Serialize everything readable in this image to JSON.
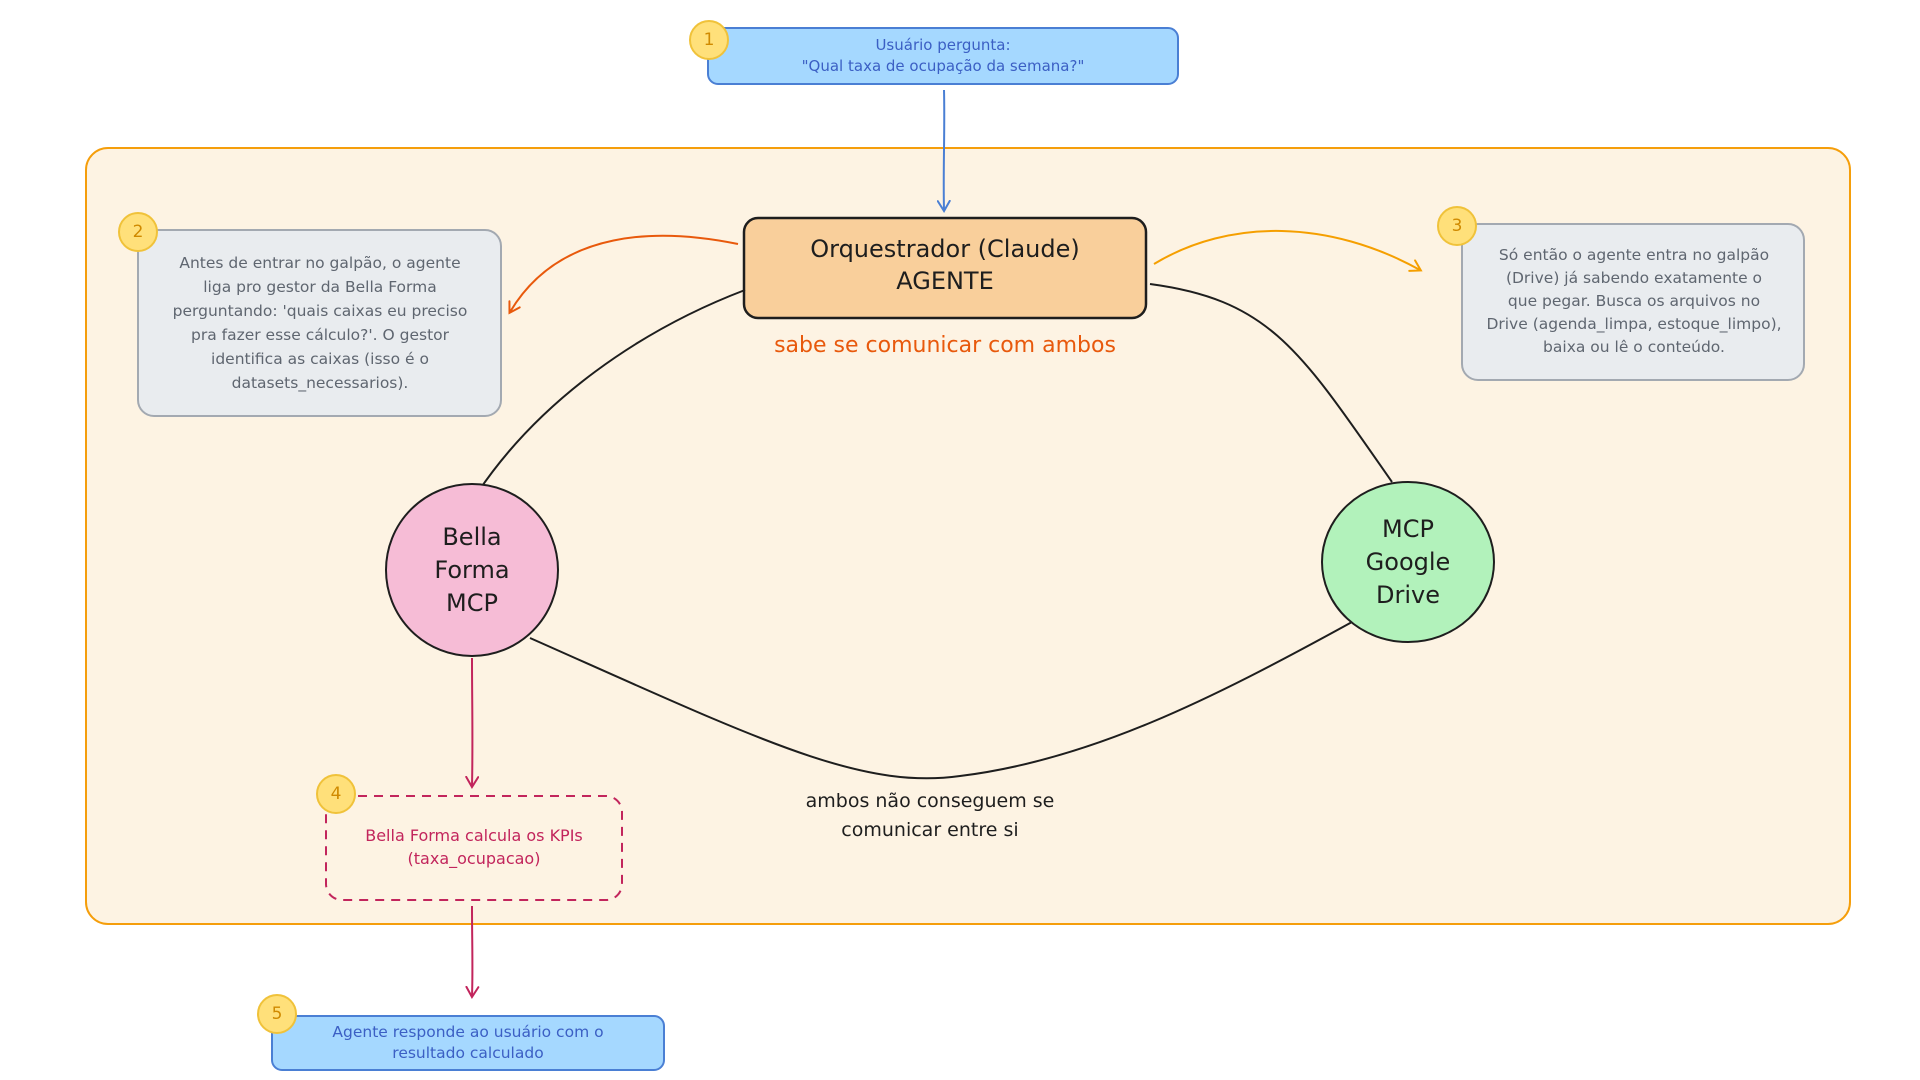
{
  "step1": {
    "badge": "1",
    "text": "Usuário pergunta:\n\"Qual taxa de ocupação da semana?\""
  },
  "orchestrator": {
    "title": "Orquestrador (Claude)",
    "subtitle": "AGENTE"
  },
  "orchestrator_caption": "sabe se comunicar com ambos",
  "step2": {
    "badge": "2",
    "text": "Antes de entrar no galpão, o agente\nliga pro gestor da Bella Forma\nperguntando: 'quais caixas eu preciso\npra fazer esse cálculo?'. O gestor\nidentifica as caixas (isso é o\ndatasets_necessarios)."
  },
  "step3": {
    "badge": "3",
    "text": "Só então o agente entra no galpão\n(Drive) já sabendo exatamente o\nque pegar. Busca os arquivos no\nDrive (agenda_limpa, estoque_limpo),\nbaixa ou lê o conteúdo."
  },
  "bella_node": {
    "text": "Bella\nForma\nMCP"
  },
  "drive_node": {
    "text": "MCP\nGoogle\nDrive"
  },
  "no_comm_caption": "ambos não conseguem se\ncomunicar entre si",
  "step4": {
    "badge": "4",
    "text": "Bella Forma calcula os KPIs\n(taxa_ocupacao)"
  },
  "step5": {
    "badge": "5",
    "text": "Agente responde ao usuário com o\nresultado calculado"
  },
  "colors": {
    "container_fill": "#fdf3e3",
    "container_stroke": "#f59e0b",
    "blue_box_fill": "#a5d8ff",
    "blue_box_stroke": "#4a7fd4",
    "blue_text": "#3b5fc4",
    "orchestrator_fill": "#f9cf9b",
    "gray_box_fill": "#e9ecef",
    "gray_box_stroke": "#a3a9b1",
    "gray_text": "#5f6670",
    "pink_fill": "#f6bcd6",
    "green_fill": "#b2f2bb",
    "accent_orange": "#e8590c",
    "arrow_orange": "#f59f00",
    "crimson": "#c2255c",
    "line_dark": "#1e1e1e"
  }
}
